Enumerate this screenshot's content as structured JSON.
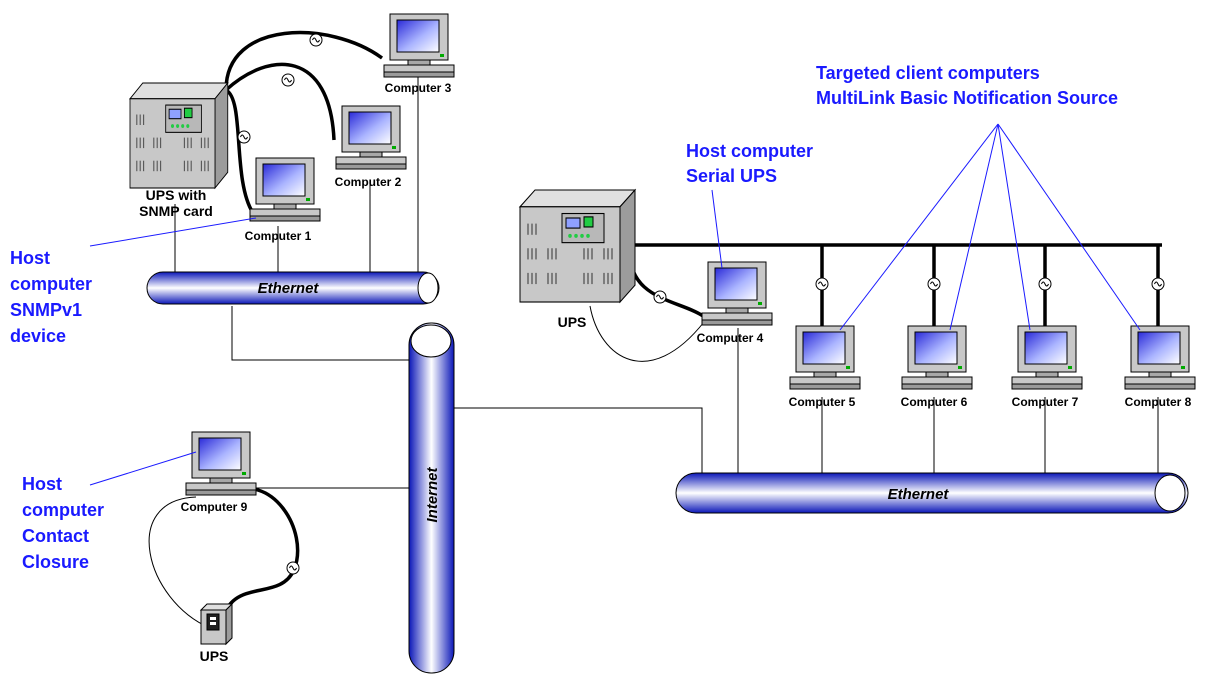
{
  "colors": {
    "annotation_blue": "#1a1aff",
    "cable": "#000000",
    "pipe_dark": "#0b17b8",
    "pipe_light": "#ffffff"
  },
  "annotations": {
    "targeted": {
      "line1": "Targeted client computers",
      "line2": "MultiLink Basic Notification Source"
    },
    "host_serial": {
      "line1": "Host computer",
      "line2": "Serial UPS"
    },
    "host_snmp": {
      "line1": "Host",
      "line2": "computer",
      "line3": "SNMPv1",
      "line4": "device"
    },
    "host_contact": {
      "line1": "Host",
      "line2": "computer",
      "line3": "Contact",
      "line4": "Closure"
    }
  },
  "networks": {
    "ethernet_left": "Ethernet",
    "ethernet_right": "Ethernet",
    "internet": "Internet"
  },
  "devices": {
    "ups_snmp": {
      "line1": "UPS with",
      "line2": "SNMP card"
    },
    "ups_serial": "UPS",
    "ups_contact": "UPS",
    "computer1": "Computer 1",
    "computer2": "Computer 2",
    "computer3": "Computer 3",
    "computer4": "Computer 4",
    "computer5": "Computer 5",
    "computer6": "Computer 6",
    "computer7": "Computer 7",
    "computer8": "Computer 8",
    "computer9": "Computer 9"
  },
  "icons": [
    "computer-icon",
    "ups-tower-icon",
    "ups-small-icon",
    "serial-connector-icon",
    "network-pipe"
  ]
}
